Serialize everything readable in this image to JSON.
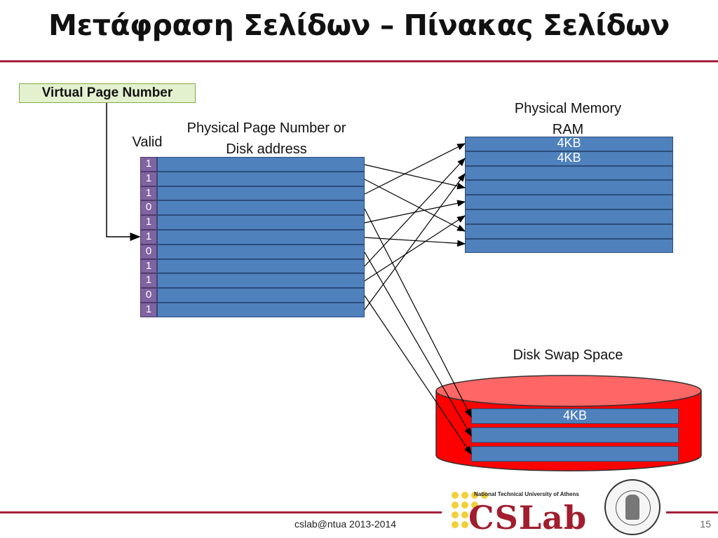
{
  "title": "Μετάφραση Σελίδων – Πίνακας Σελίδων",
  "vpn_label": "Virtual Page Number",
  "valid_label": "Valid",
  "ppn_label_line1": "Physical Page Number or",
  "ppn_label_line2": "Disk address",
  "phys_label_line1": "Physical Memory",
  "phys_label_line2": "RAM",
  "disk_label": "Disk Swap Space",
  "valid_bits": [
    "1",
    "1",
    "1",
    "0",
    "1",
    "1",
    "0",
    "1",
    "1",
    "0",
    "1"
  ],
  "memory_frames": [
    "4KB",
    "4KB",
    "",
    "",
    "",
    "",
    "",
    ""
  ],
  "disk_blocks": [
    "4KB",
    "",
    ""
  ],
  "footer": "cslab@ntua 2013-2014",
  "page_number": "15",
  "logo_text": "CSLab",
  "logo_subtitle": "National Technical University of Athens",
  "colors": {
    "rule": "#a4203a",
    "row_fill": "#4f81bd",
    "valid_fill": "#8064a2",
    "disk_fill": "#ff0000"
  }
}
